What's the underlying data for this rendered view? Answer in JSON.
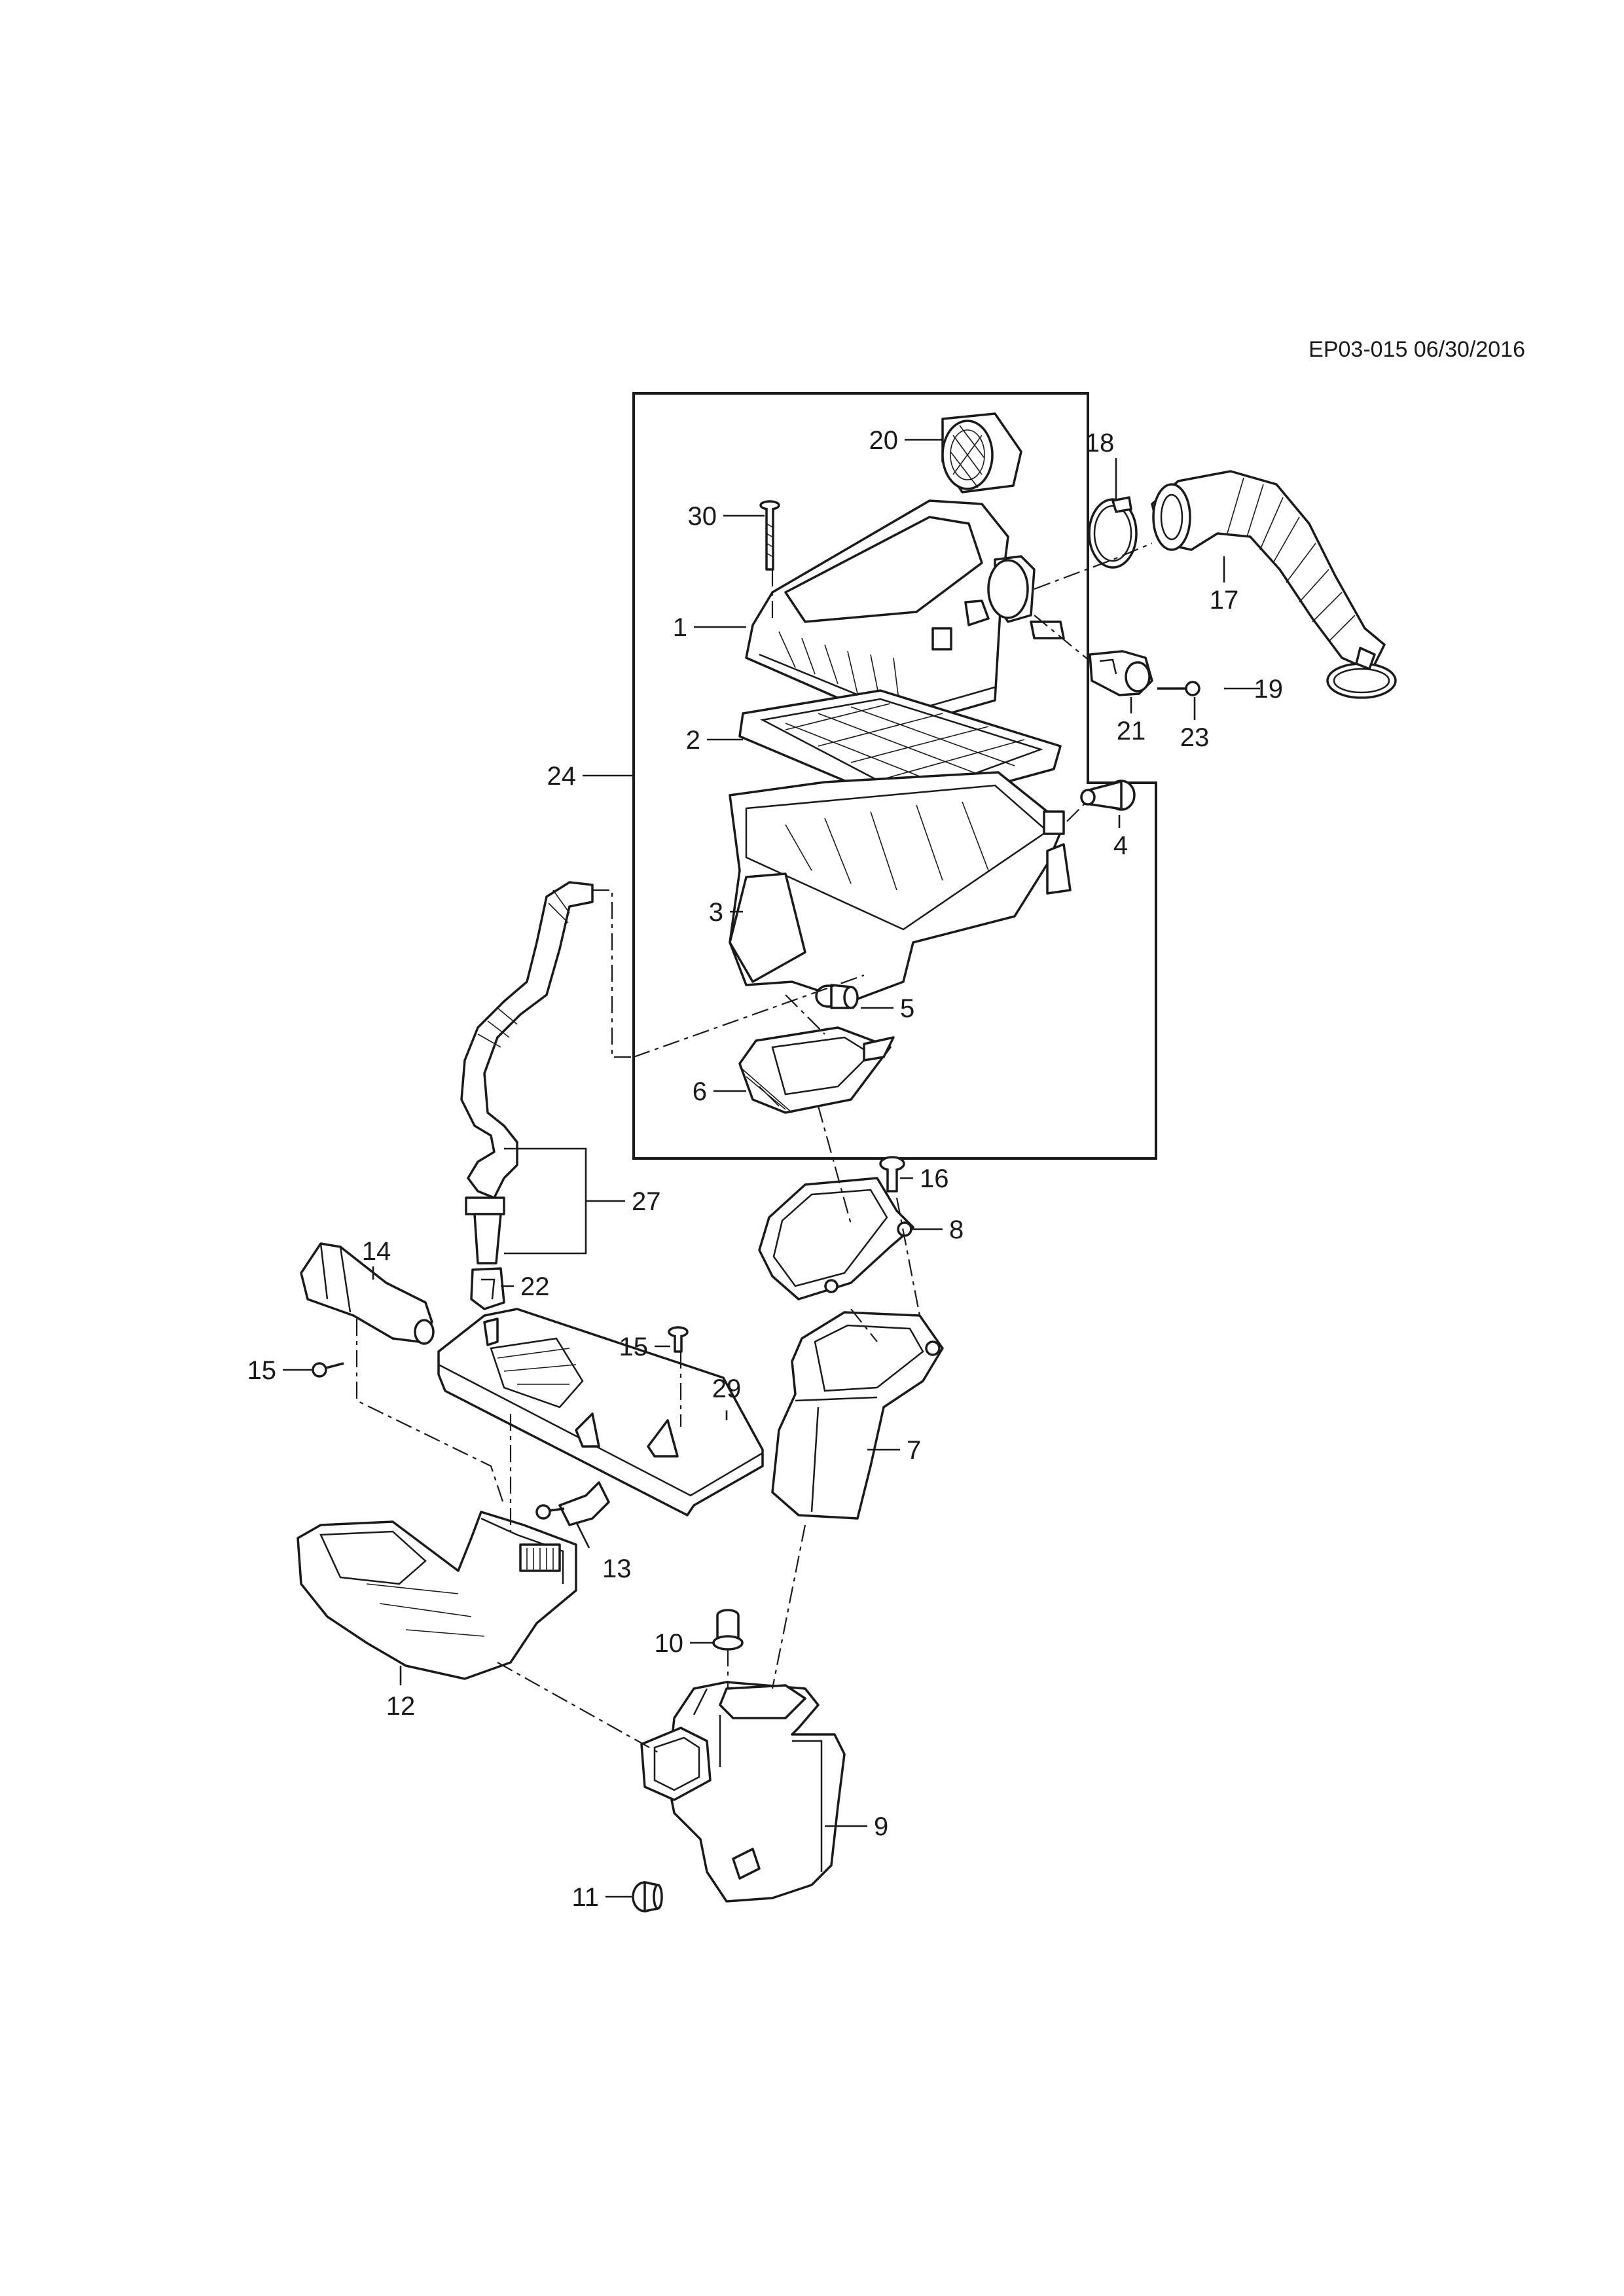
{
  "header": {
    "diagram_code": "EP03-015 06/30/2016"
  },
  "callouts": [
    {
      "id": "c20",
      "label": "20"
    },
    {
      "id": "c30",
      "label": "30"
    },
    {
      "id": "c18",
      "label": "18"
    },
    {
      "id": "c1",
      "label": "1"
    },
    {
      "id": "c17",
      "label": "17"
    },
    {
      "id": "c19",
      "label": "19"
    },
    {
      "id": "c2",
      "label": "2"
    },
    {
      "id": "c21",
      "label": "21"
    },
    {
      "id": "c23",
      "label": "23"
    },
    {
      "id": "c24",
      "label": "24"
    },
    {
      "id": "c4",
      "label": "4"
    },
    {
      "id": "c3",
      "label": "3"
    },
    {
      "id": "c5",
      "label": "5"
    },
    {
      "id": "c6",
      "label": "6"
    },
    {
      "id": "c16",
      "label": "16"
    },
    {
      "id": "c27",
      "label": "27"
    },
    {
      "id": "c8",
      "label": "8"
    },
    {
      "id": "c22",
      "label": "22"
    },
    {
      "id": "c14",
      "label": "14"
    },
    {
      "id": "c15a",
      "label": "15"
    },
    {
      "id": "c15b",
      "label": "15"
    },
    {
      "id": "c29",
      "label": "29"
    },
    {
      "id": "c7",
      "label": "7"
    },
    {
      "id": "c13",
      "label": "13"
    },
    {
      "id": "c10",
      "label": "10"
    },
    {
      "id": "c12",
      "label": "12"
    },
    {
      "id": "c9",
      "label": "9"
    },
    {
      "id": "c11",
      "label": "11"
    }
  ]
}
